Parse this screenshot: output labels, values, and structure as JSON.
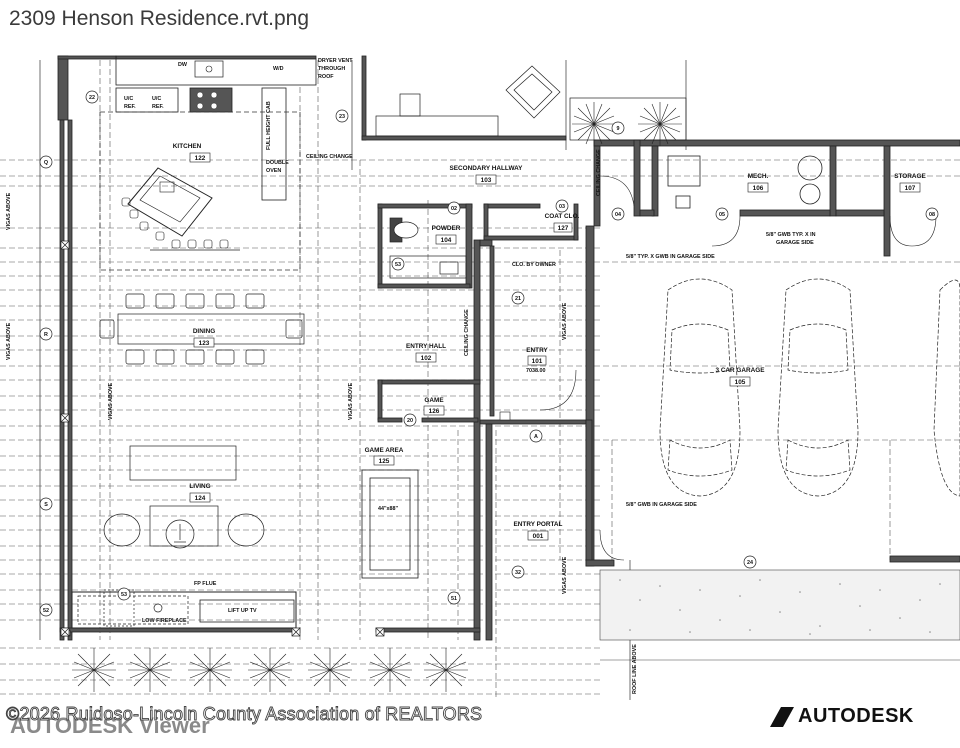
{
  "document": {
    "file_name": "2309 Henson Residence.rvt.png",
    "viewer_brand": "AUTODESK Viewer",
    "watermark": "©2026 Ruidoso-Lincoln County Association of REALTORS",
    "logo_text": "AUTODESK"
  },
  "rooms": [
    {
      "id": "kitchen",
      "name": "KITCHEN",
      "number": "122"
    },
    {
      "id": "secondary-hallway",
      "name": "SECONDARY HALLWAY",
      "number": "103"
    },
    {
      "id": "coat-closet",
      "name": "COAT CLO.",
      "number": "127"
    },
    {
      "id": "mech",
      "name": "MECH.",
      "number": "106"
    },
    {
      "id": "storage",
      "name": "STORAGE",
      "number": "107"
    },
    {
      "id": "powder",
      "name": "POWDER",
      "number": "104"
    },
    {
      "id": "dining",
      "name": "DINING",
      "number": "123"
    },
    {
      "id": "entry-hall",
      "name": "ENTRY HALL",
      "number": "102"
    },
    {
      "id": "entry",
      "name": "ENTRY",
      "number": "101"
    },
    {
      "id": "garage",
      "name": "3 CAR GARAGE",
      "number": "105"
    },
    {
      "id": "game",
      "name": "GAME",
      "number": "126"
    },
    {
      "id": "game-area",
      "name": "GAME AREA",
      "number": "125"
    },
    {
      "id": "living",
      "name": "LIVING",
      "number": "124"
    },
    {
      "id": "entry-portal",
      "name": "ENTRY PORTAL",
      "number": "001"
    }
  ],
  "annotations": {
    "dw": "DW",
    "wd": "W/D",
    "dryer_vent": [
      "DRYER VENT",
      "THROUGH",
      "ROOF"
    ],
    "uc_ref_1": [
      "U/C",
      "REF."
    ],
    "uc_ref_2": [
      "U/C",
      "REF."
    ],
    "full_height_cab": "FULL HEIGHT CAB",
    "double_oven": [
      "DOUBLE",
      "OVEN"
    ],
    "ceiling_change_1": "CEILING CHANGE",
    "ceiling_change_2": "CEILING CHANGE",
    "ceiling_change_3": "CEILING CHANGE",
    "clo_by_owner": "CLO. BY OWNER",
    "gwb_typ_1": [
      "5/8\" GWB TYP. X IN",
      "GARAGE SIDE"
    ],
    "gwb_typ_2": "5/8\" TYP. X GWB IN GARAGE SIDE",
    "gwb_garage": "5/8\" GWB IN GARAGE SIDE",
    "elevation": "7038.00",
    "table_size": "44\"x88\"",
    "fp_flue": "FP FLUE",
    "low_fireplace": "LOW FIREPLACE",
    "lift_up_tv": "LIFT UP TV",
    "roof_line_above": "ROOF LINE ABOVE",
    "vigas_above": "VIGAS ABOVE"
  },
  "tags": {
    "t22": "22",
    "t23": "23",
    "t21": "21",
    "t24": "24",
    "t04": "04",
    "t05": "05",
    "t08": "08",
    "t03": "03",
    "t02": "02",
    "t53": "53",
    "t20": "20",
    "t51": "51",
    "t32": "32",
    "t52": "52",
    "t9": "9",
    "t53b": "53",
    "gQ": "Q",
    "gR": "R",
    "gS": "S",
    "gA": "A"
  }
}
